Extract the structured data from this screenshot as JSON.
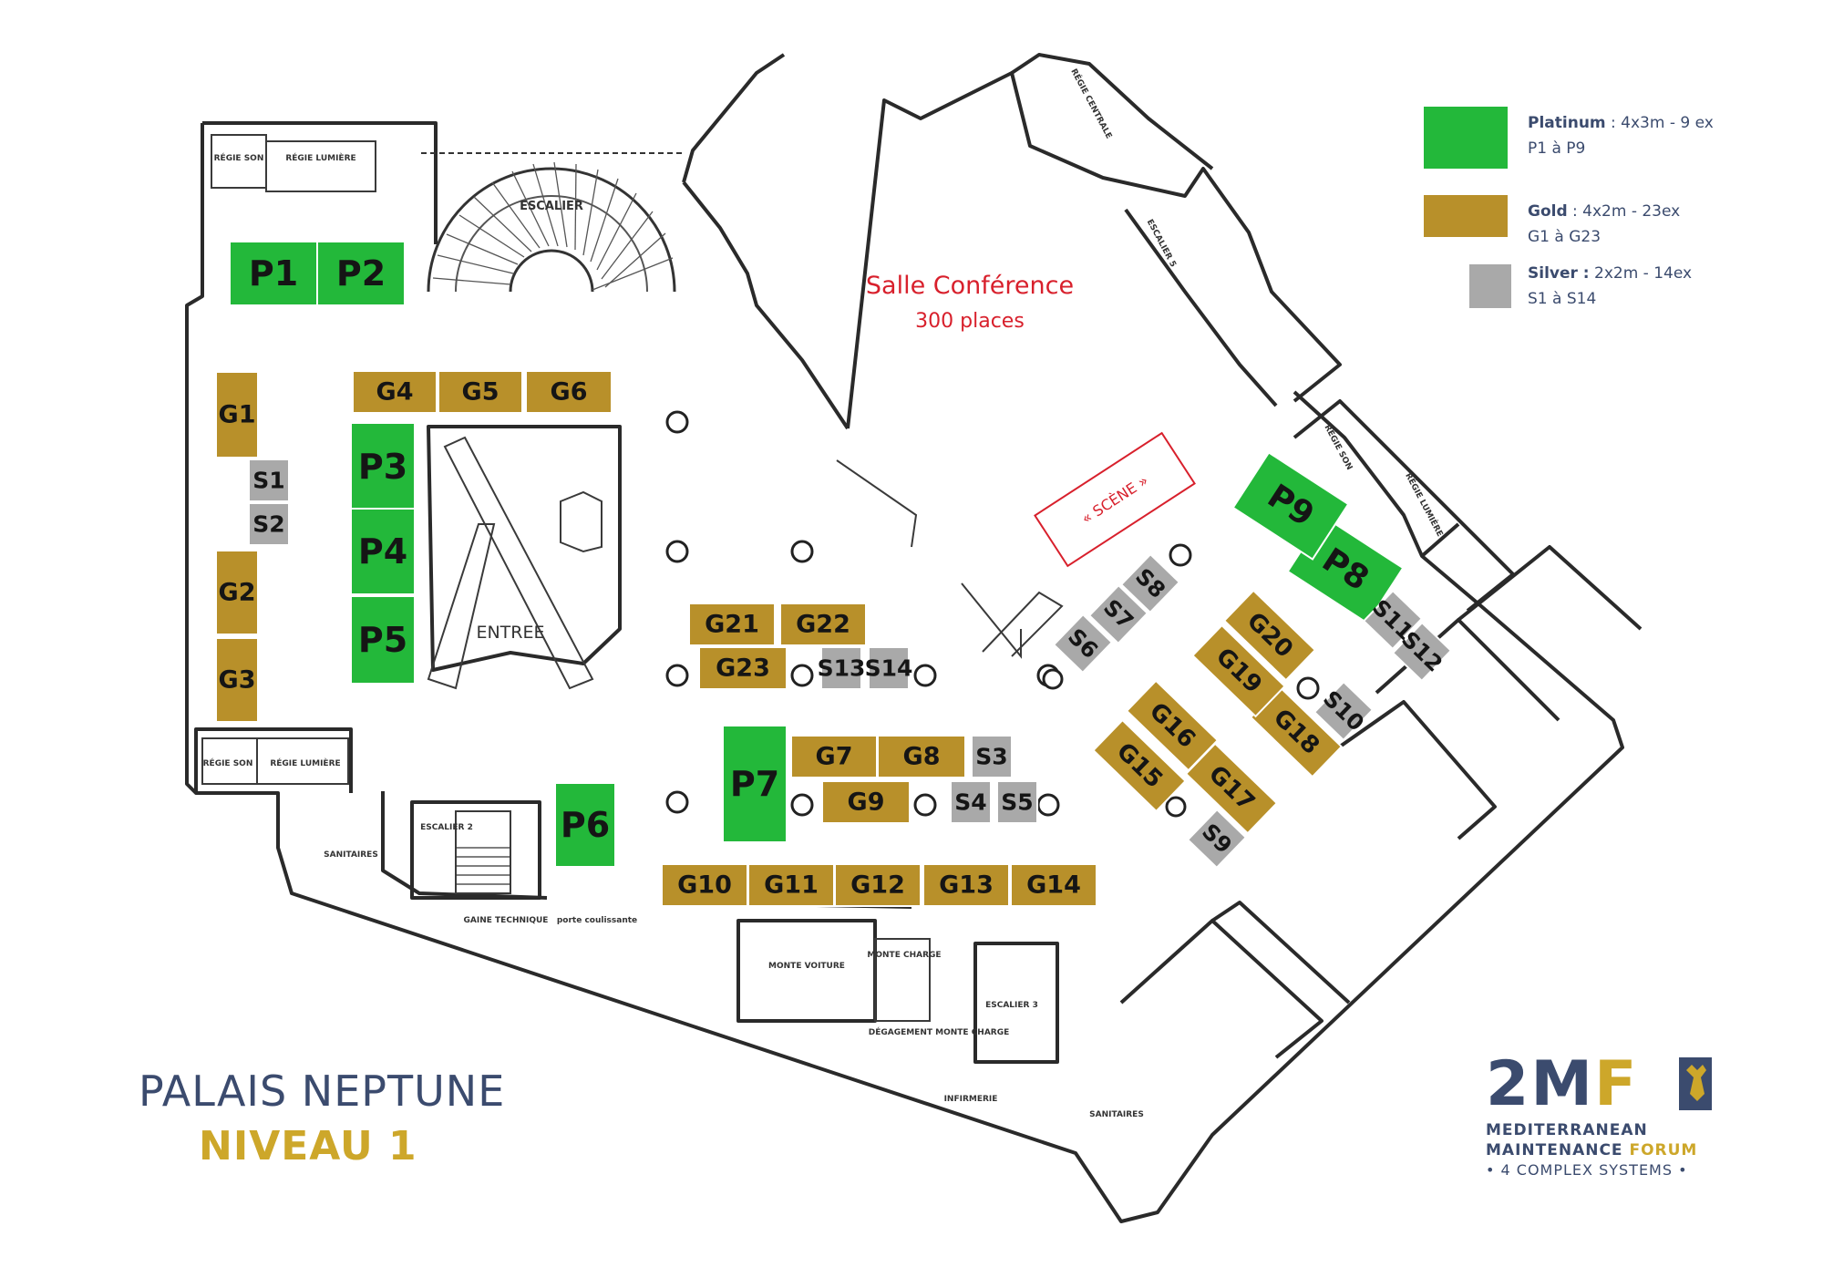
{
  "venue": {
    "name": "PALAIS NEPTUNE",
    "level": "NIVEAU 1"
  },
  "colors": {
    "platinum": "#23b83a",
    "gold": "#b8902a",
    "silver": "#a9a9a9",
    "stage": "#d8202c",
    "navy": "#3b4b6e",
    "yellow": "#cda72a"
  },
  "legend": [
    {
      "key": "platinum",
      "name": "Platinum",
      "detail": " : 4x3m - 9 ex",
      "range": "P1 à P9"
    },
    {
      "key": "gold",
      "name": "Gold",
      "detail": " : 4x2m - 23ex",
      "range": "G1 à G23"
    },
    {
      "key": "silver",
      "name": "Silver :",
      "detail": " 2x2m - 14ex",
      "range": "S1 à S14"
    }
  ],
  "conference": {
    "title": "Salle Conférence",
    "subtitle": "300 places",
    "stage": "« SCÈNE »"
  },
  "rooms": {
    "regie_son_1": "RÉGIE SON",
    "regie_lumiere_1": "RÉGIE LUMIÈRE",
    "escalier": "ESCALIER",
    "regie_centrale": "RÉGIE CENTRALE",
    "escalier_5": "ESCALIER 5",
    "regie_son_2": "RÉGIE SON",
    "regie_lumiere_2": "RÉGIE LUMIÈRE",
    "regie_son_3": "RÉGIE SON",
    "regie_lumiere_3": "RÉGIE LUMIÈRE",
    "entree": "ENTREE",
    "escalier_2": "ESCALIER 2",
    "sanitaires_1": "SANITAIRES",
    "gaine_technique": "GAINE TECHNIQUE",
    "porte_coulissante": "porte coulissante",
    "monte_voiture": "MONTE VOITURE",
    "monte_charge": "MONTE CHARGE",
    "escalier_3": "ESCALIER 3",
    "degagement": "DÉGAGEMENT MONTE CHARGE",
    "infirmerie": "INFIRMERIE",
    "sanitaires_2": "SANITAIRES"
  },
  "booths": [
    {
      "id": "P1",
      "tier": "platinum"
    },
    {
      "id": "P2",
      "tier": "platinum"
    },
    {
      "id": "P3",
      "tier": "platinum"
    },
    {
      "id": "P4",
      "tier": "platinum"
    },
    {
      "id": "P5",
      "tier": "platinum"
    },
    {
      "id": "P6",
      "tier": "platinum"
    },
    {
      "id": "P7",
      "tier": "platinum"
    },
    {
      "id": "P8",
      "tier": "platinum"
    },
    {
      "id": "P9",
      "tier": "platinum"
    },
    {
      "id": "G1",
      "tier": "gold"
    },
    {
      "id": "G2",
      "tier": "gold"
    },
    {
      "id": "G3",
      "tier": "gold"
    },
    {
      "id": "G4",
      "tier": "gold"
    },
    {
      "id": "G5",
      "tier": "gold"
    },
    {
      "id": "G6",
      "tier": "gold"
    },
    {
      "id": "G7",
      "tier": "gold"
    },
    {
      "id": "G8",
      "tier": "gold"
    },
    {
      "id": "G9",
      "tier": "gold"
    },
    {
      "id": "G10",
      "tier": "gold"
    },
    {
      "id": "G11",
      "tier": "gold"
    },
    {
      "id": "G12",
      "tier": "gold"
    },
    {
      "id": "G13",
      "tier": "gold"
    },
    {
      "id": "G14",
      "tier": "gold"
    },
    {
      "id": "G15",
      "tier": "gold"
    },
    {
      "id": "G16",
      "tier": "gold"
    },
    {
      "id": "G17",
      "tier": "gold"
    },
    {
      "id": "G18",
      "tier": "gold"
    },
    {
      "id": "G19",
      "tier": "gold"
    },
    {
      "id": "G20",
      "tier": "gold"
    },
    {
      "id": "G21",
      "tier": "gold"
    },
    {
      "id": "G22",
      "tier": "gold"
    },
    {
      "id": "G23",
      "tier": "gold"
    },
    {
      "id": "S1",
      "tier": "silver"
    },
    {
      "id": "S2",
      "tier": "silver"
    },
    {
      "id": "S3",
      "tier": "silver"
    },
    {
      "id": "S4",
      "tier": "silver"
    },
    {
      "id": "S5",
      "tier": "silver"
    },
    {
      "id": "S6",
      "tier": "silver"
    },
    {
      "id": "S7",
      "tier": "silver"
    },
    {
      "id": "S8",
      "tier": "silver"
    },
    {
      "id": "S9",
      "tier": "silver"
    },
    {
      "id": "S10",
      "tier": "silver"
    },
    {
      "id": "S11",
      "tier": "silver"
    },
    {
      "id": "S12",
      "tier": "silver"
    },
    {
      "id": "S13",
      "tier": "silver"
    },
    {
      "id": "S14",
      "tier": "silver"
    }
  ],
  "logo": {
    "brand_a": "2M",
    "brand_b": "F",
    "line1": "MEDITERRANEAN",
    "line2_a": "MAINTENANCE ",
    "line2_b": "FORUM",
    "line3": "• 4 COMPLEX SYSTEMS •"
  }
}
